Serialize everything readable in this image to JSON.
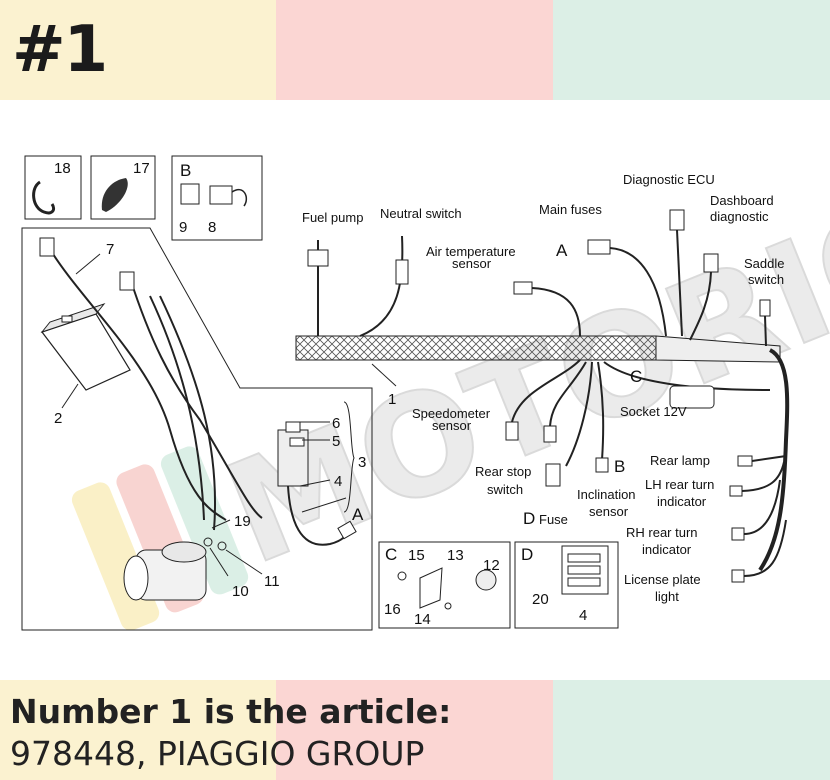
{
  "header": {
    "tag": "#1",
    "bands": [
      "#fbf2d0",
      "#fbd6d3",
      "#dcefe6"
    ]
  },
  "diagram": {
    "part_labels": {
      "fuel_pump": "Fuel pump",
      "neutral_switch": "Neutral switch",
      "main_fuses": "Main fuses",
      "diagnostic_ecu": "Diagnostic ECU",
      "dashboard_diagnostic_1": "Dashboard",
      "dashboard_diagnostic_2": "diagnostic",
      "air_temp_1": "Air temperature",
      "air_temp_2": "sensor",
      "saddle_switch_1": "Saddle",
      "saddle_switch_2": "switch",
      "speedometer_1": "Speedometer",
      "speedometer_2": "sensor",
      "socket": "Socket 12V",
      "rear_stop_1": "Rear stop",
      "rear_stop_2": "switch",
      "inclination_1": "Inclination",
      "inclination_2": "sensor",
      "fuse": "Fuse",
      "rear_lamp": "Rear lamp",
      "lh_turn_1": "LH rear turn",
      "lh_turn_2": "indicator",
      "rh_turn_1": "RH rear turn",
      "rh_turn_2": "indicator",
      "license_1": "License plate",
      "license_2": "light"
    },
    "letters": {
      "A": "A",
      "B": "B",
      "C": "C",
      "D": "D"
    },
    "numbers": {
      "n1": "1",
      "n2": "2",
      "n3": "3",
      "n4": "4",
      "n5": "5",
      "n6": "6",
      "n7": "7",
      "n8": "8",
      "n9": "9",
      "n10": "10",
      "n11": "11",
      "n12": "12",
      "n13": "13",
      "n14": "14",
      "n15": "15",
      "n16": "16",
      "n17": "17",
      "n18": "18",
      "n19": "19",
      "n20": "20"
    },
    "watermark_colors": [
      "#f7e59a",
      "#f4b2ad",
      "#bfe3d2",
      "#cfcfcf"
    ]
  },
  "caption": {
    "line1": "Number 1 is the article:",
    "line2": "978448, PIAGGIO GROUP"
  }
}
